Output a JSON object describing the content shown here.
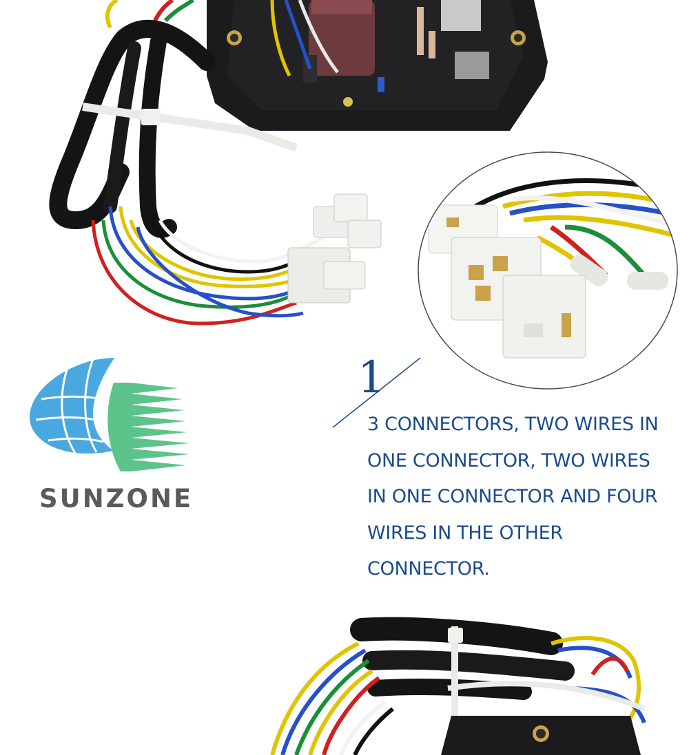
{
  "brand": {
    "name": "SUNZONE"
  },
  "feature": {
    "number": "1",
    "lines": [
      "3 CONNECTORS, TWO WIRES IN",
      "ONE CONNECTOR, TWO WIRES",
      "IN ONE CONNECTOR AND FOUR",
      "WIRES IN THE OTHER",
      "CONNECTOR."
    ]
  },
  "colors": {
    "text_blue": "#1a4b8c",
    "logo_blue": "#4aa8e0",
    "logo_green": "#5cc48a",
    "logo_gray": "#5a5a5a"
  }
}
